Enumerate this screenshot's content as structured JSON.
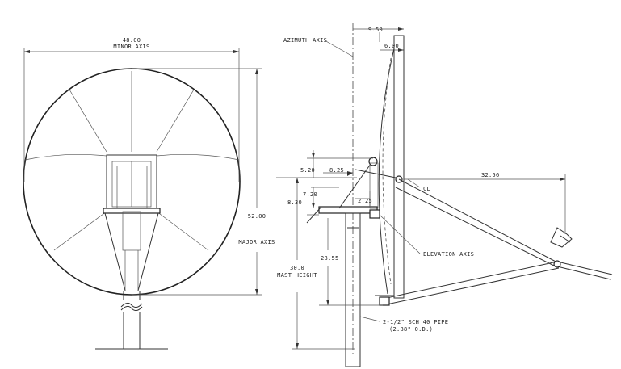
{
  "front_view": {
    "width_value": "48.00",
    "width_label": "MINOR AXIS",
    "height_value": "52.00",
    "height_label": "MAJOR AXIS",
    "mast_value": "30.0",
    "mast_label": "MAST HEIGHT"
  },
  "side_view": {
    "azimuth_label": "AZIMUTH AXIS",
    "dim_9_50": "9.50",
    "dim_6_00": "6.00",
    "dim_5_20": "5.20",
    "dim_8_25": "8.25",
    "dim_7_20": "7.20",
    "dim_8_30": "8.30",
    "dim_2_25": "2.25",
    "dim_32_56": "32.56",
    "cl_label": "CL",
    "dim_28_55": "28.55",
    "elevation_label": "ELEVATION AXIS",
    "pipe_label_line1": "2-1/2\" SCH 40 PIPE",
    "pipe_label_line2": "(2.88\" O.D.)"
  }
}
